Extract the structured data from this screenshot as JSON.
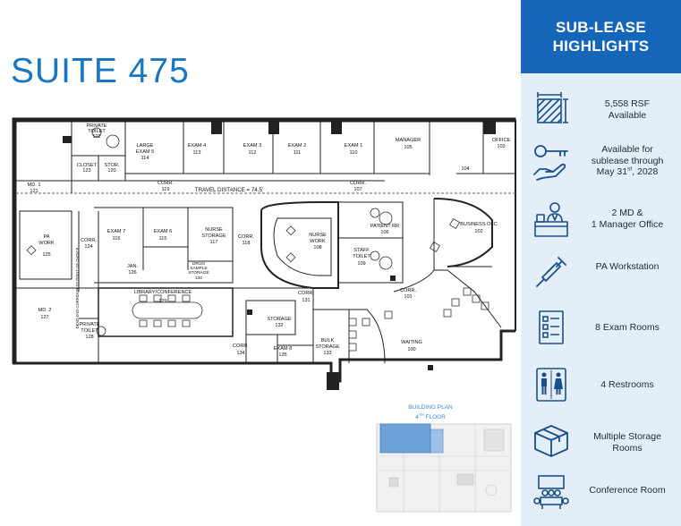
{
  "page": {
    "title": "SUITE 475"
  },
  "floorplan": {
    "travel_distance": "TRAVEL DISTANCE = 74.5'",
    "corridor_note": "DEAD END CORRIDOR TO POINT OF CHOICE",
    "rooms": {
      "private_toilet_top": [
        "PRIVATE",
        "TOILET",
        "122"
      ],
      "closet": [
        "CLOSET",
        "123"
      ],
      "stor": [
        "STOR.",
        "120"
      ],
      "large_exam": [
        "LARGE",
        "EXAM 5",
        "114"
      ],
      "exam4": [
        "EXAM 4",
        "113"
      ],
      "exam3": [
        "EXAM 3",
        "112"
      ],
      "exam2": [
        "EXAM 2",
        "111"
      ],
      "exam1": [
        "EXAM 1",
        "110"
      ],
      "manager": [
        "MANAGER",
        "105"
      ],
      "office": [
        "OFFICE",
        "103"
      ],
      "r104": [
        "104"
      ],
      "md1": [
        "MD. 1",
        "121"
      ],
      "corr119": [
        "CORR.",
        "119"
      ],
      "corr107": [
        "CORR.",
        "107"
      ],
      "pa_work": [
        "PA",
        "WORK",
        "125"
      ],
      "corr124": [
        "CORR.",
        "124"
      ],
      "exam7": [
        "EXAM 7",
        "116"
      ],
      "exam6": [
        "EXAM 6",
        "115"
      ],
      "nurse_storage": [
        "NURSE",
        "STORAGE",
        "117"
      ],
      "corr118": [
        "CORR.",
        "118"
      ],
      "nurse_work": [
        "NURSE",
        "WORK",
        "108"
      ],
      "patient_rr": [
        "PATIENT RR",
        "106"
      ],
      "staff_toilet": [
        "STAFF",
        "TOILET",
        "109"
      ],
      "business_ofc": [
        "BUSINESS OFC",
        "102"
      ],
      "jan": [
        "JAN.",
        "126"
      ],
      "drug_storage": [
        "DRUG",
        "SAMPLE",
        "STORAGE",
        "130"
      ],
      "library": [
        "LIBRARY/CONFERENCE",
        "129"
      ],
      "corr131": [
        "CORR.",
        "131"
      ],
      "corr101": [
        "CORR.",
        "101"
      ],
      "md2": [
        "MD. 2",
        "127"
      ],
      "private_toilet_bottom": [
        "PRIVATE",
        "TOILET",
        "128"
      ],
      "storage132": [
        "STORAGE",
        "132"
      ],
      "corr134": [
        "CORR.",
        "134"
      ],
      "exam8": [
        "EXAM 8",
        "135"
      ],
      "bulk_storage": [
        "BULK",
        "STORAGE",
        "133"
      ],
      "waiting": [
        "WAITING",
        "100"
      ]
    }
  },
  "keyplan": {
    "title_line1": "BUILDING PLAN",
    "title_num": "4",
    "title_sup": "TH",
    "title_tail": " FLOOR"
  },
  "sidebar": {
    "header_line1": "SUB-LEASE",
    "header_line2": "HIGHLIGHTS",
    "rsf": {
      "line1": "5,558 RSF",
      "line2": "Available"
    },
    "availability": {
      "line1": "Available for",
      "line2": "sublease through",
      "line3_pre": "May 31",
      "line3_sup": "st",
      "line3_post": ", 2028"
    },
    "offices": {
      "line1": "2 MD &",
      "line2": "1 Manager Office"
    },
    "pa": {
      "line1": "PA Workstation"
    },
    "exam": {
      "line1": "8 Exam Rooms"
    },
    "restrooms": {
      "line1": "4 Restrooms"
    },
    "storage": {
      "line1": "Multiple Storage",
      "line2": "Rooms"
    },
    "conference": {
      "line1": "Conference Room"
    }
  },
  "colors": {
    "brand_blue": "#1565b8",
    "title_blue": "#1976c2",
    "sidebar_bg": "#e4eef8",
    "icon_blue": "#1b4f8a",
    "keyplan_highlight": "#6fa3d8"
  }
}
